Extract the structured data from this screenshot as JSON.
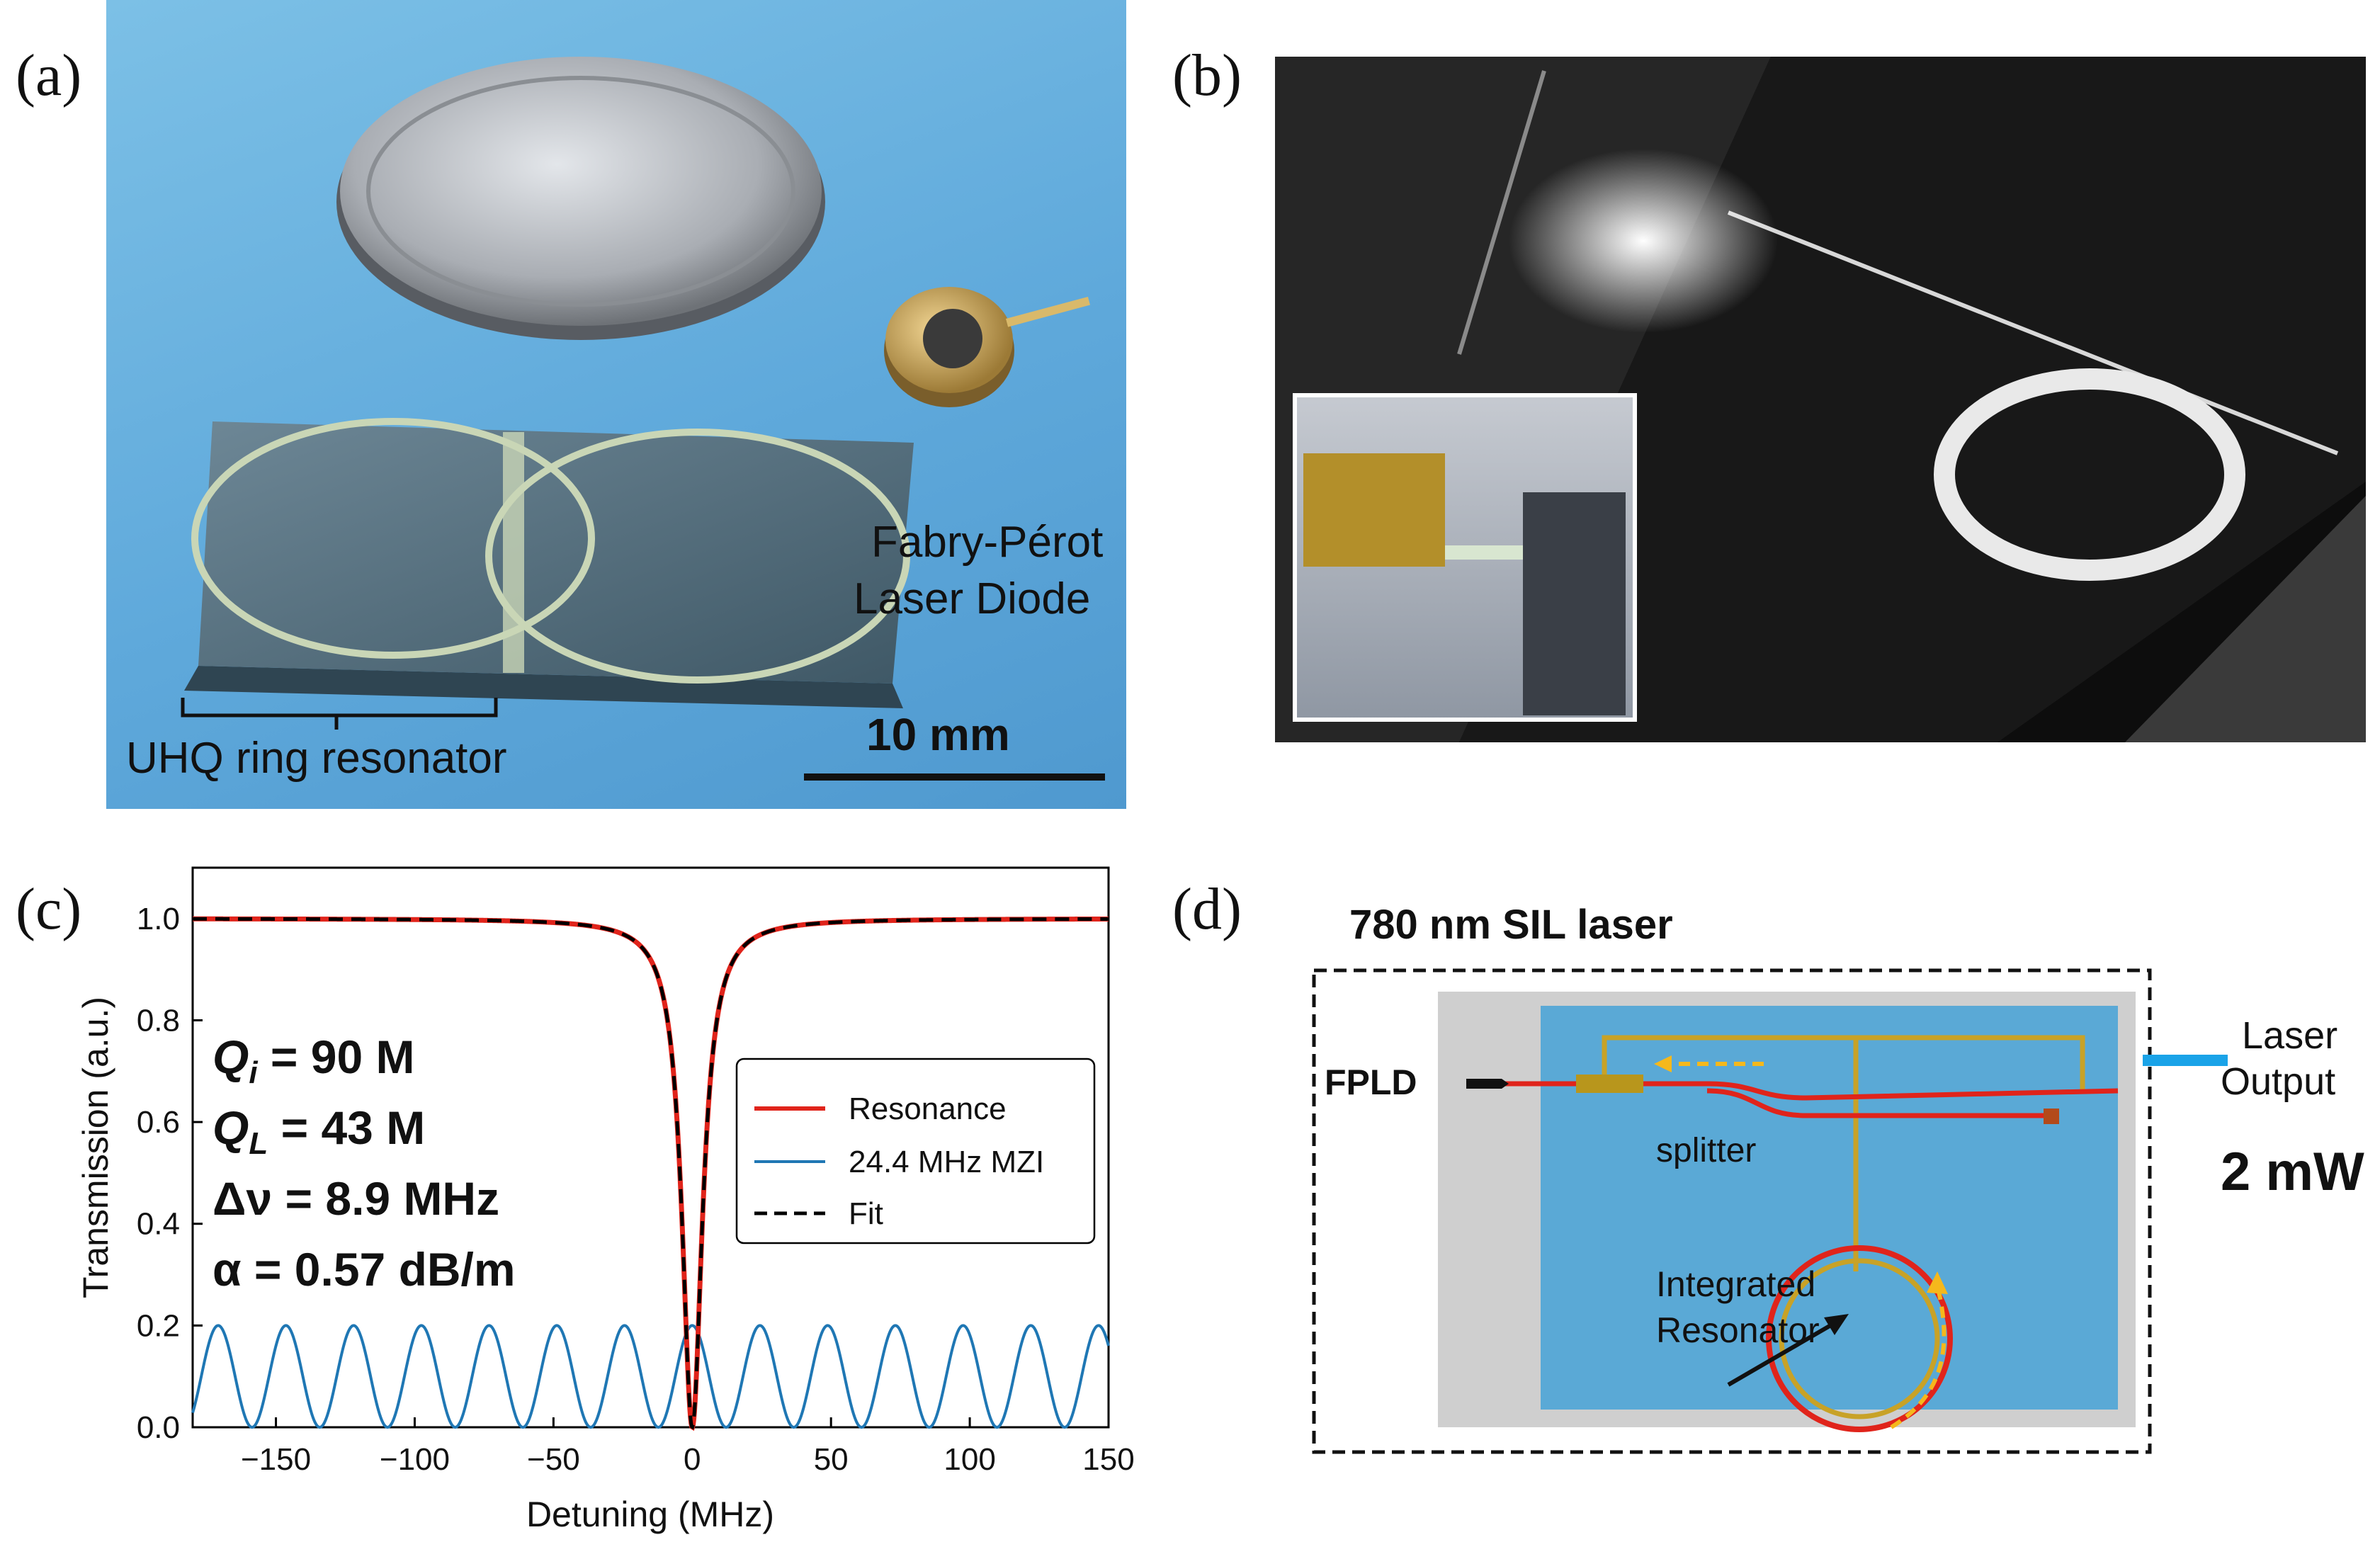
{
  "panel_labels": [
    "(a)",
    "(b)",
    "(c)",
    "(d)"
  ],
  "panel_a": {
    "laser_label_line1": "Fabry-Pérot",
    "laser_label_line2": "Laser Diode",
    "chip_label": "UHQ ring resonator",
    "scale_bar": "10 mm"
  },
  "panel_c": {
    "annotations": [
      "Q_i = 90 M",
      "Q_L = 43 M",
      "Δν = 8.9 MHz",
      "α = 0.57 dB/m"
    ]
  },
  "chart_data": {
    "type": "line",
    "xlabel": "Detuning (MHz)",
    "ylabel": "Transmission (a.u.)",
    "xlim": [
      -180,
      150
    ],
    "ylim": [
      0.0,
      1.1
    ],
    "xticks": [
      -150,
      -100,
      -50,
      0,
      50,
      100,
      150
    ],
    "yticks": [
      0.0,
      0.2,
      0.4,
      0.6,
      0.8,
      1.0
    ],
    "legend": {
      "placement": "center-right"
    },
    "series": [
      {
        "name": "Resonance",
        "color": "#e0241b",
        "style": "solid",
        "model": "lorentzian",
        "center": 0,
        "fwhm_mhz": 8.9,
        "baseline": 1.0,
        "min": 0.0
      },
      {
        "name": "24.4 MHz MZI",
        "color": "#1f77b4",
        "style": "solid",
        "model": "sinusoid",
        "period_mhz": 24.4,
        "min": 0.0,
        "max": 0.2
      },
      {
        "name": "Fit",
        "color": "#000000",
        "style": "dashed",
        "model": "lorentzian",
        "center": 0,
        "fwhm_mhz": 8.9,
        "baseline": 1.0,
        "min": 0.0
      }
    ]
  },
  "panel_d": {
    "title": "780 nm SIL laser",
    "fpld": "FPLD",
    "splitter": "splitter",
    "resonator_line1": "Integrated",
    "resonator_line2": "Resonator",
    "output_line1": "Laser",
    "output_line2": "Output",
    "power": "2 mW",
    "colors": {
      "chip": "#5aa9d6",
      "substrate": "#cfcfcf",
      "waveguide": "#e0241b",
      "electrode": "#c8a227",
      "output": "#1aa3e8"
    }
  }
}
